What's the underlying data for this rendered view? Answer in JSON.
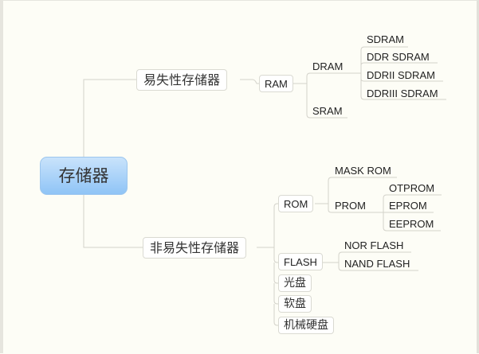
{
  "root": {
    "label": "存储器",
    "color": "#8fc4f6"
  },
  "volatile": {
    "label": "易失性存储器",
    "ram": {
      "label": "RAM",
      "dram": {
        "label": "DRAM",
        "children": [
          "SDRAM",
          "DDR SDRAM",
          "DDRII SDRAM",
          "DDRIII SDRAM"
        ]
      },
      "sram": {
        "label": "SRAM"
      }
    }
  },
  "nonvolatile": {
    "label": "非易失性存储器",
    "rom": {
      "label": "ROM",
      "mask_rom": {
        "label": "MASK ROM"
      },
      "prom": {
        "label": "PROM",
        "children": [
          "OTPROM",
          "EPROM",
          "EEPROM"
        ]
      }
    },
    "flash": {
      "label": "FLASH",
      "children": [
        "NOR FLASH",
        "NAND FLASH"
      ]
    },
    "optical": {
      "label": "光盘"
    },
    "floppy": {
      "label": "软盘"
    },
    "hdd": {
      "label": "机械硬盘"
    }
  }
}
